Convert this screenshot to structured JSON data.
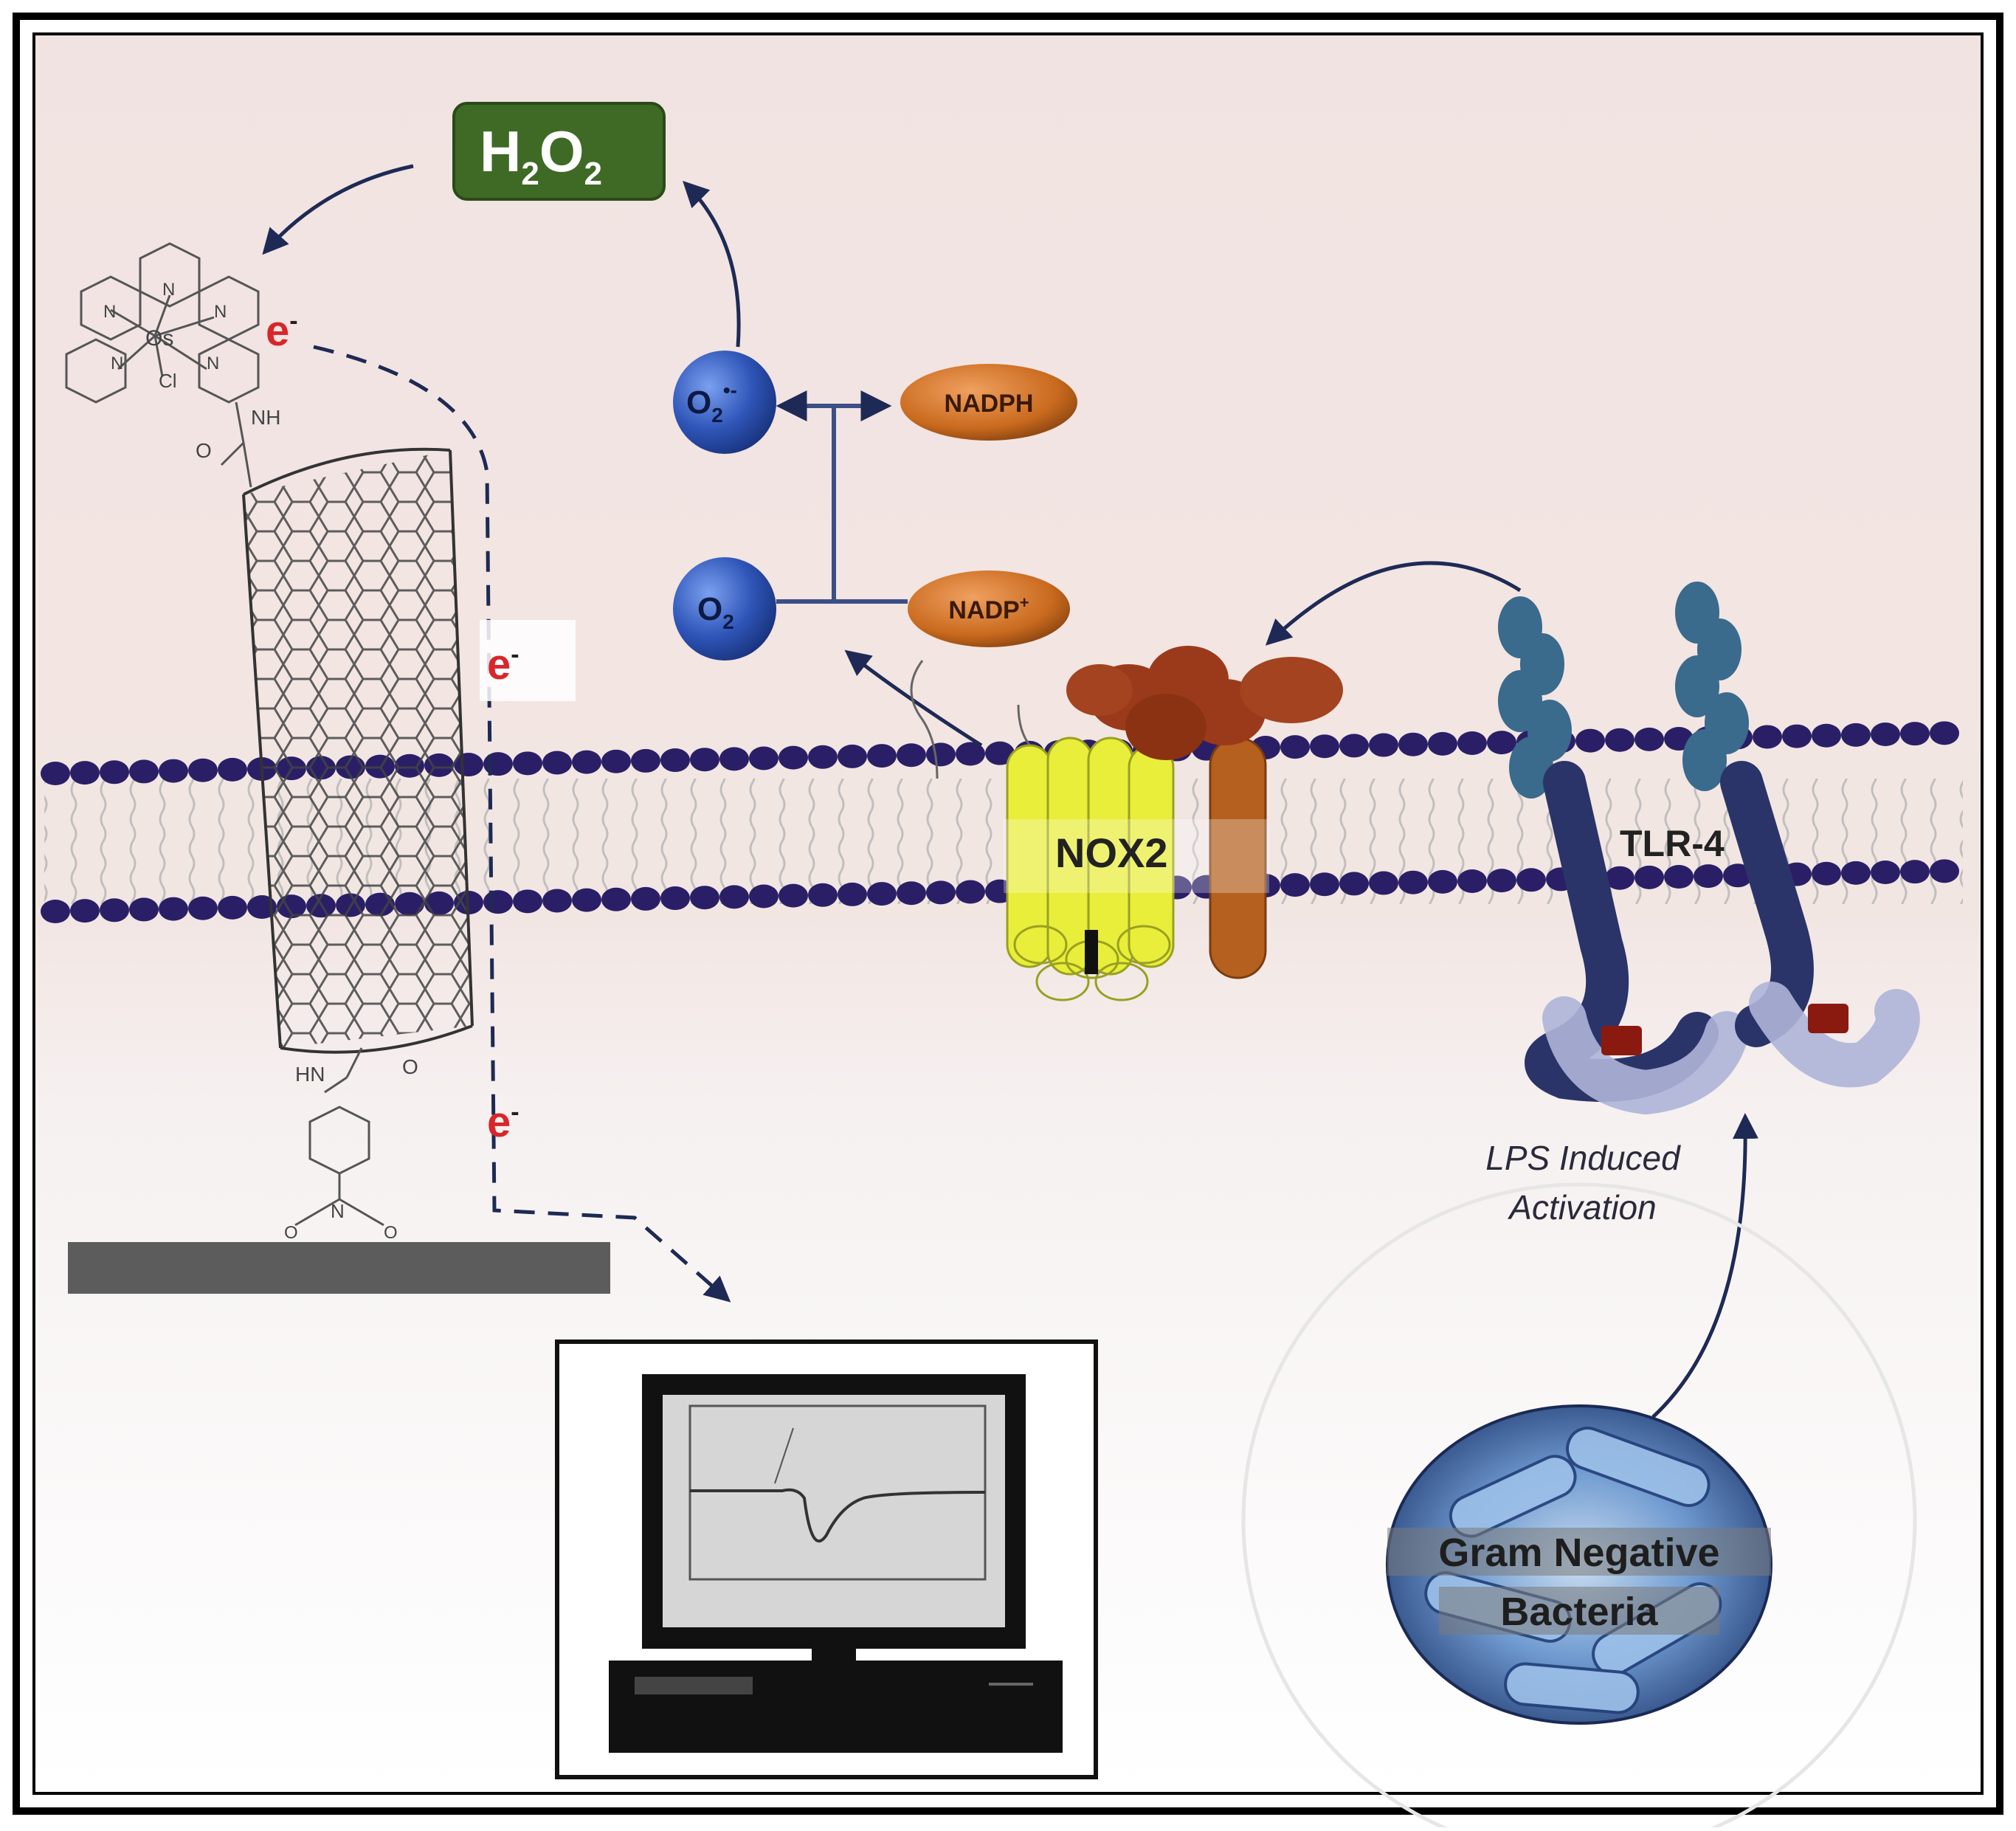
{
  "labels": {
    "h2o2": {
      "main": "H",
      "sub1": "2",
      "o": "O",
      "sub2": "2"
    },
    "superoxide": {
      "main": "O",
      "sub": "2",
      "sup": "•-"
    },
    "oxygen": {
      "main": "O",
      "sub": "2"
    },
    "nadph": "NADPH",
    "nadp": {
      "main": "NADP",
      "sup": "+"
    },
    "nox2": "NOX2",
    "tlr4": "TLR-4",
    "lps_line1": "LPS Induced",
    "lps_line2": "Activation",
    "bacteria_line1": "Gram Negative",
    "bacteria_line2": "Bacteria",
    "electron": "e",
    "electron_charge": "-"
  },
  "molecule": {
    "os": "Os",
    "cl": "Cl",
    "n": "N",
    "nh": "NH",
    "hn": "HN",
    "o": "O"
  },
  "colors": {
    "cytosol": "#f3e6e4",
    "h2o2_box": "#3f6a26",
    "oxygen_ball": "#2f55b8",
    "nadp_oval": "#c96a1e",
    "membrane_head": "#2a1f66",
    "nox2_yellow": "#e8ee3a",
    "p22phox": "#b5601e",
    "p47phox": "#9b3a1a",
    "tlr_blue": "#3a6a8c",
    "electron_red": "#d8262a",
    "arrow": "#1e2a55",
    "electrode": "#5c5c5c"
  }
}
